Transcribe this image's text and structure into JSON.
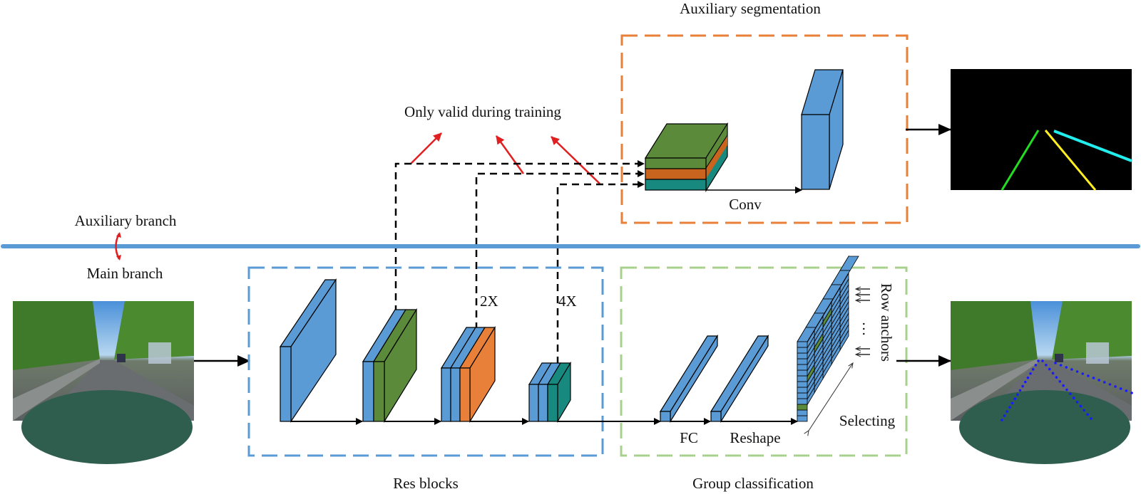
{
  "title_labels": {
    "auxiliary_segmentation": "Auxiliary segmentation",
    "only_valid_during_training": "Only valid during training",
    "auxiliary_branch": "Auxiliary branch",
    "main_branch": "Main branch",
    "res_blocks": "Res blocks",
    "group_classification": "Group classification"
  },
  "op_labels": {
    "conv": "Conv",
    "upsample_2x": "2X",
    "upsample_4x": "4X",
    "fc": "FC",
    "reshape": "Reshape",
    "selecting": "Selecting",
    "row_anchors": "Row anchors",
    "ellipsis": "…"
  },
  "colors": {
    "block_blue": "#5b9bd5",
    "feature_green": "#5a8a3a",
    "feature_orange": "#e8803a",
    "feature_teal": "#17897f",
    "aux_box_border": "#e8803a",
    "res_box_border": "#5b9bd5",
    "group_box_border": "#a9d18e",
    "divider": "#5b9bd5",
    "annotation_red": "#e02020",
    "seg_lane_green": "#22dd22",
    "seg_lane_yellow": "#ffee22",
    "seg_lane_cyan": "#22eeee",
    "pred_points": "#1a1aff"
  },
  "images": {
    "input": "road-scene-input",
    "segmentation_output": "lane-segmentation-map",
    "prediction_output": "road-scene-with-lane-points"
  }
}
